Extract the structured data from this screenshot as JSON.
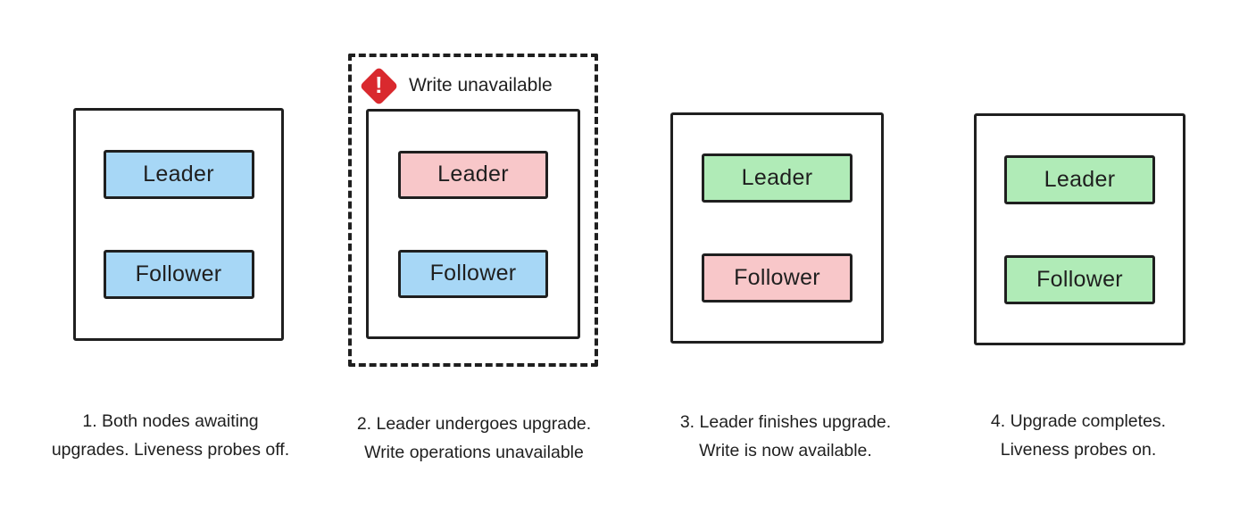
{
  "diagram": {
    "colors": {
      "background": "#ffffff",
      "border": "#1f1f1f",
      "text": "#1f1f1f",
      "blue": "#a7d7f6",
      "pink": "#f8c7c9",
      "green": "#b0ebb7",
      "warning_red": "#d9292e"
    },
    "warning": {
      "glyph": "!",
      "label": "Write unavailable"
    },
    "panels": [
      {
        "name": "step-1",
        "nodes": [
          {
            "label": "Leader",
            "state": "awaiting",
            "color": "#a7d7f6"
          },
          {
            "label": "Follower",
            "state": "awaiting",
            "color": "#a7d7f6"
          }
        ],
        "caption": {
          "line1": "1. Both nodes awaiting",
          "line2": "upgrades. Liveness probes off."
        }
      },
      {
        "name": "step-2",
        "nodes": [
          {
            "label": "Leader",
            "state": "upgrading",
            "color": "#f8c7c9"
          },
          {
            "label": "Follower",
            "state": "awaiting",
            "color": "#a7d7f6"
          }
        ],
        "caption": {
          "line1": "2. Leader undergoes upgrade.",
          "line2": "Write operations unavailable"
        }
      },
      {
        "name": "step-3",
        "nodes": [
          {
            "label": "Leader",
            "state": "upgraded",
            "color": "#b0ebb7"
          },
          {
            "label": "Follower",
            "state": "upgrading",
            "color": "#f8c7c9"
          }
        ],
        "caption": {
          "line1": "3. Leader finishes upgrade.",
          "line2": "Write is now available."
        }
      },
      {
        "name": "step-4",
        "nodes": [
          {
            "label": "Leader",
            "state": "upgraded",
            "color": "#b0ebb7"
          },
          {
            "label": "Follower",
            "state": "upgraded",
            "color": "#b0ebb7"
          }
        ],
        "caption": {
          "line1": "4. Upgrade completes.",
          "line2": "Liveness probes on."
        }
      }
    ]
  }
}
